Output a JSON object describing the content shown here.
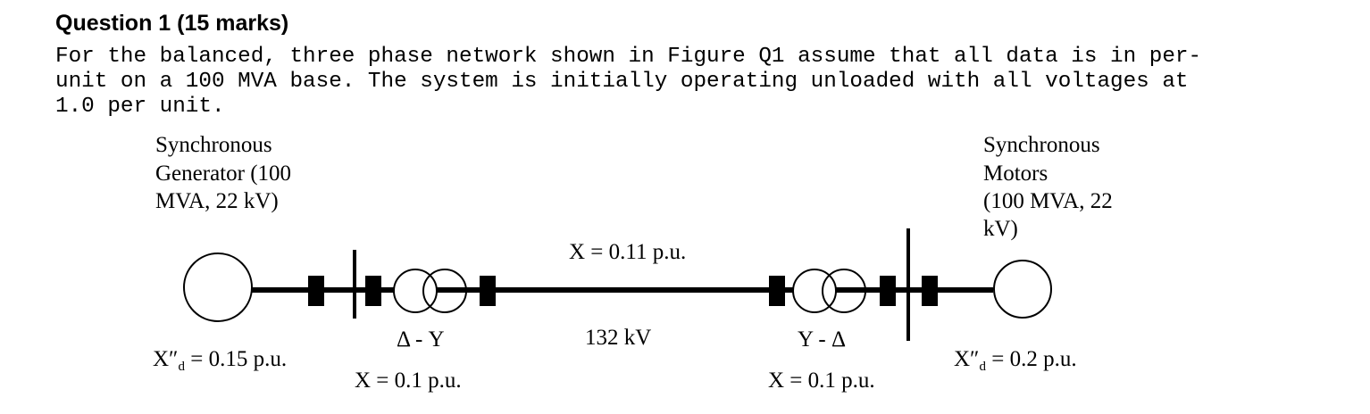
{
  "question": {
    "heading": "Question 1 (15 marks)",
    "body_lines": [
      "For the balanced, three phase network shown in Figure Q1 assume that all data is in per-",
      "unit on a 100 MVA base. The system is initially operating unloaded with all voltages at",
      "1.0 per unit."
    ]
  },
  "figure": {
    "generator": {
      "title_lines": [
        "Synchronous",
        "Generator (100",
        "MVA, 22 kV)"
      ],
      "reactance_prefix": "X″",
      "reactance_sub": "d",
      "reactance_value": " = 0.15 p.u."
    },
    "motor": {
      "title_lines": [
        "Synchronous",
        "Motors",
        "(100 MVA, 22",
        "kV)"
      ],
      "reactance_prefix": "X″",
      "reactance_sub": "d",
      "reactance_value": " = 0.2 p.u."
    },
    "transformer_left": {
      "connection": "Δ - Y",
      "reactance": "X = 0.1 p.u."
    },
    "transformer_right": {
      "connection": "Y - Δ",
      "reactance": "X = 0.1 p.u."
    },
    "line": {
      "reactance": "X = 0.11 p.u.",
      "voltage": "132 kV"
    }
  }
}
